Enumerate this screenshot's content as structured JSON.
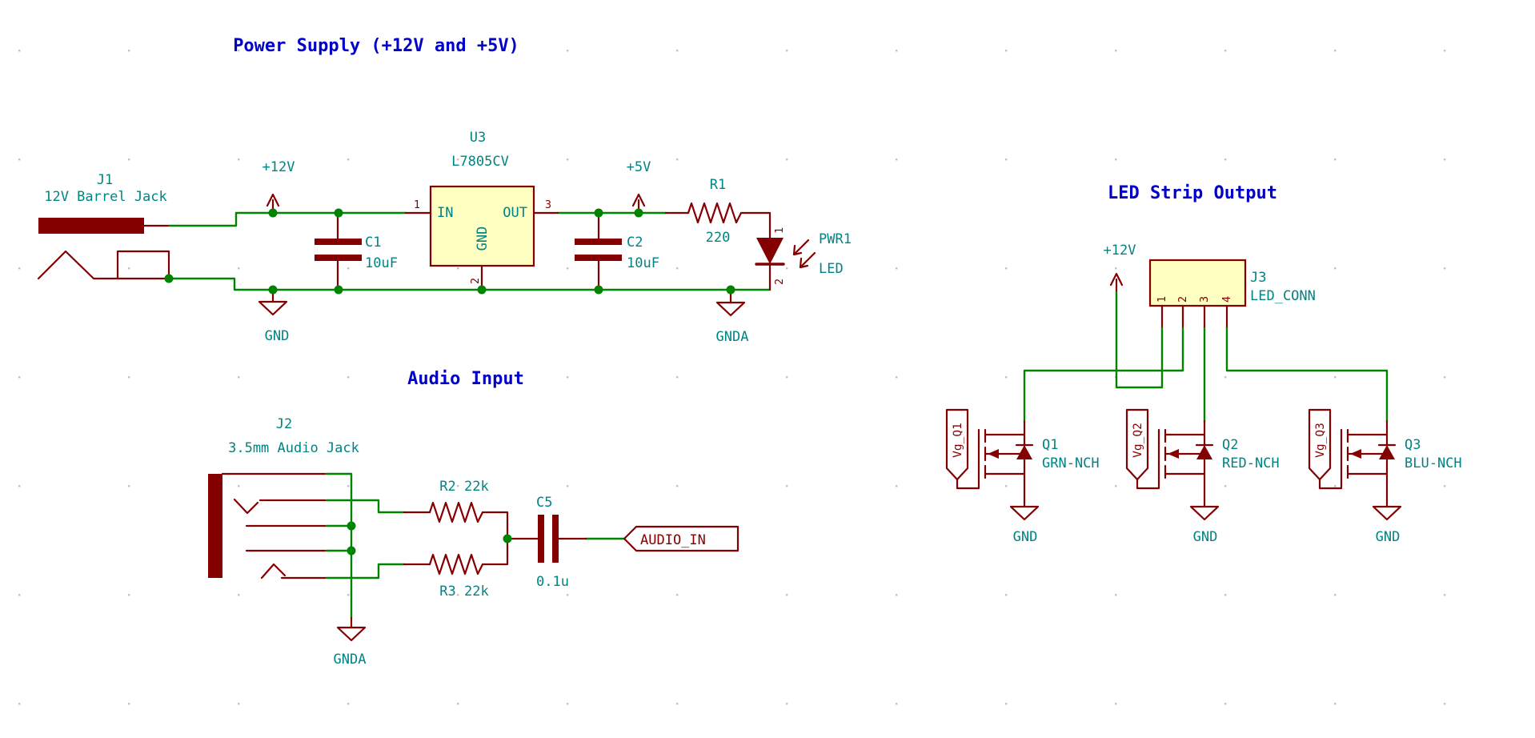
{
  "colors": {
    "background": "#FFFFFF",
    "wire_green": "#008400",
    "symbol_maroon": "#840000",
    "body_fill_yellow": "#FFFFC2",
    "label_teal": "#008484",
    "title_blue": "#0000C8"
  },
  "titles": {
    "power": "Power Supply (+12V and +5V)",
    "audio": "Audio Input",
    "led": "LED Strip Output"
  },
  "nets": {
    "p12v": "+12V",
    "p5v": "+5V",
    "gnd": "GND",
    "gnda": "GNDA",
    "audio_in": "AUDIO_IN"
  },
  "power": {
    "j1": {
      "ref": "J1",
      "value": "12V Barrel Jack"
    },
    "u3": {
      "ref": "U3",
      "value": "L7805CV",
      "in": "IN",
      "out": "OUT",
      "gnd": "GND",
      "pin1": "1",
      "pin2": "2",
      "pin3": "3"
    },
    "c1": {
      "ref": "C1",
      "value": "10uF"
    },
    "c2": {
      "ref": "C2",
      "value": "10uF"
    },
    "r1": {
      "ref": "R1",
      "value": "220"
    },
    "pwr1": {
      "ref": "PWR1",
      "value": "LED",
      "pin1": "1",
      "pin2": "2"
    }
  },
  "audio": {
    "j2": {
      "ref": "J2",
      "value": "3.5mm Audio Jack"
    },
    "r2": {
      "label": "R2 22k"
    },
    "r3": {
      "label": "R3 22k"
    },
    "c5": {
      "ref": "C5",
      "value": "0.1u"
    }
  },
  "led": {
    "j3": {
      "ref": "J3",
      "value": "LED_CONN",
      "pins": [
        "1",
        "2",
        "3",
        "4"
      ]
    },
    "q1": {
      "ref": "Q1",
      "value": "GRN-NCH",
      "gate_label": "Vg_Q1",
      "gnd": "GND"
    },
    "q2": {
      "ref": "Q2",
      "value": "RED-NCH",
      "gate_label": "Vg_Q2",
      "gnd": "GND"
    },
    "q3": {
      "ref": "Q3",
      "value": "BLU-NCH",
      "gate_label": "Vg_Q3",
      "gnd": "GND"
    }
  }
}
